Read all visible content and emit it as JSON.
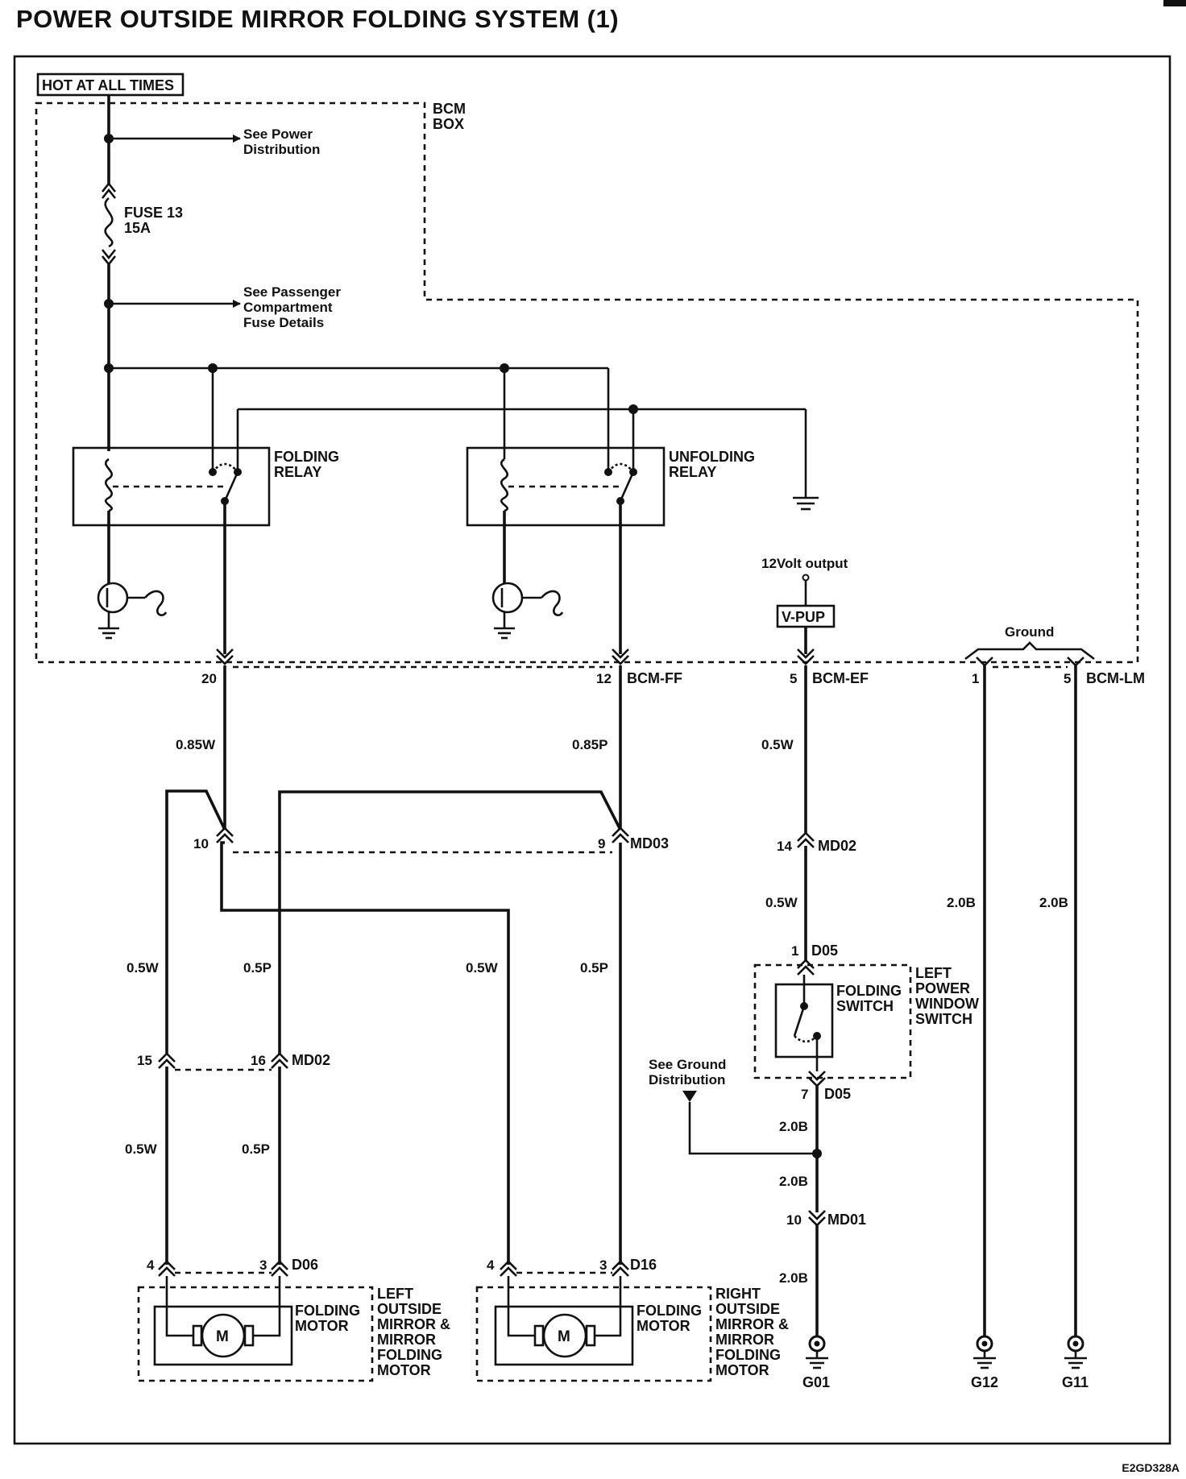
{
  "title": "POWER OUTSIDE MIRROR FOLDING SYSTEM (1)",
  "figure_code": "E2GD328A",
  "bcm": {
    "hot_label": "HOT AT ALL TIMES",
    "box_label": [
      "BCM",
      "BOX"
    ],
    "see_power": [
      "See Power",
      "Distribution"
    ],
    "fuse": [
      "FUSE 13",
      "15A"
    ],
    "see_passenger": [
      "See Passenger",
      "Compartment",
      "Fuse Details"
    ],
    "folding_relay": [
      "FOLDING",
      "RELAY"
    ],
    "unfolding_relay": [
      "UNFOLDING",
      "RELAY"
    ],
    "volt_output": "12Volt output",
    "vpup": "V-PUP",
    "ground_label": "Ground"
  },
  "pins": {
    "p20": "20",
    "p12": "12",
    "bcm_ff": "BCM-FF",
    "p5a": "5",
    "bcm_ef": "BCM-EF",
    "p1": "1",
    "p5b": "5",
    "bcm_lm": "BCM-LM",
    "p10": "10",
    "p9": "9",
    "md03": "MD03",
    "p14": "14",
    "md02a": "MD02",
    "p15": "15",
    "p16": "16",
    "md02b": "MD02",
    "p1d": "1",
    "d05a": "D05",
    "p7": "7",
    "d05b": "D05",
    "p10b": "10",
    "md01": "MD01",
    "p4a": "4",
    "p3a": "3",
    "d06": "D06",
    "p4b": "4",
    "p3b": "3",
    "d16": "D16"
  },
  "wires": {
    "w085w": "0.85W",
    "w085p": "0.85P",
    "w05w_ef": "0.5W",
    "w05w_md": "0.5W",
    "w20b_a": "2.0B",
    "w20b_b": "2.0B",
    "w05w_l1": "0.5W",
    "w05p_l1": "0.5P",
    "w05w_r1": "0.5W",
    "w05p_r1": "0.5P",
    "w05w_l2": "0.5W",
    "w05p_l2": "0.5P",
    "w20b_c": "2.0B",
    "w20b_d": "2.0B",
    "w20b_e": "2.0B"
  },
  "components": {
    "folding_switch": [
      "FOLDING",
      "SWITCH"
    ],
    "left_pws": [
      "LEFT",
      "POWER",
      "WINDOW",
      "SWITCH"
    ],
    "see_ground": [
      "See Ground",
      "Distribution"
    ],
    "folding_motor": [
      "FOLDING",
      "MOTOR"
    ],
    "left_mirror": [
      "LEFT",
      "OUTSIDE",
      "MIRROR &",
      "MIRROR",
      "FOLDING",
      "MOTOR"
    ],
    "right_mirror": [
      "RIGHT",
      "OUTSIDE",
      "MIRROR &",
      "MIRROR",
      "FOLDING",
      "MOTOR"
    ],
    "motor_symbol": "M",
    "g01": "G01",
    "g12": "G12",
    "g11": "G11"
  }
}
